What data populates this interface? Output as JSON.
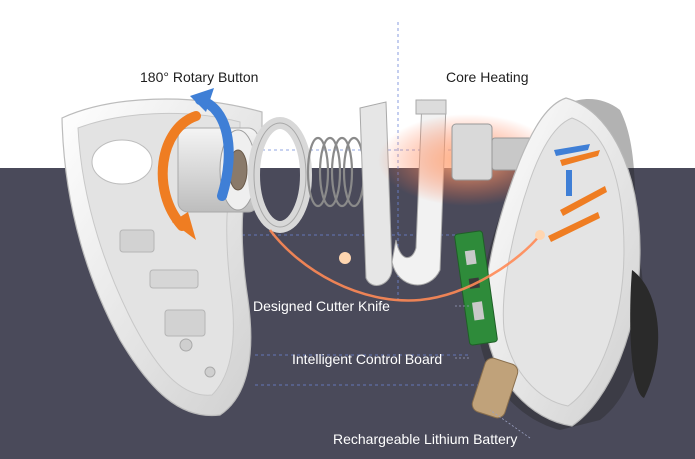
{
  "labels": {
    "rotary_button": "180° Rotary Button",
    "core_heating": "Core Heating",
    "cutter_knife": "Designed Cutter Knife",
    "control_board": "Intelligent Control Board",
    "lithium_battery": "Rechargeable Lithium Battery"
  },
  "colors": {
    "background_top": "#ffffff",
    "background_bottom": "#4a4a5a",
    "shell": "#f2f2f2",
    "shell_shadow": "#c9c9c9",
    "rotary_arrow_orange": "#ef7d22",
    "rotary_arrow_blue": "#3f7fd6",
    "heating_glow": "#ff6a3d",
    "circuit_board": "#2e8b3a"
  }
}
